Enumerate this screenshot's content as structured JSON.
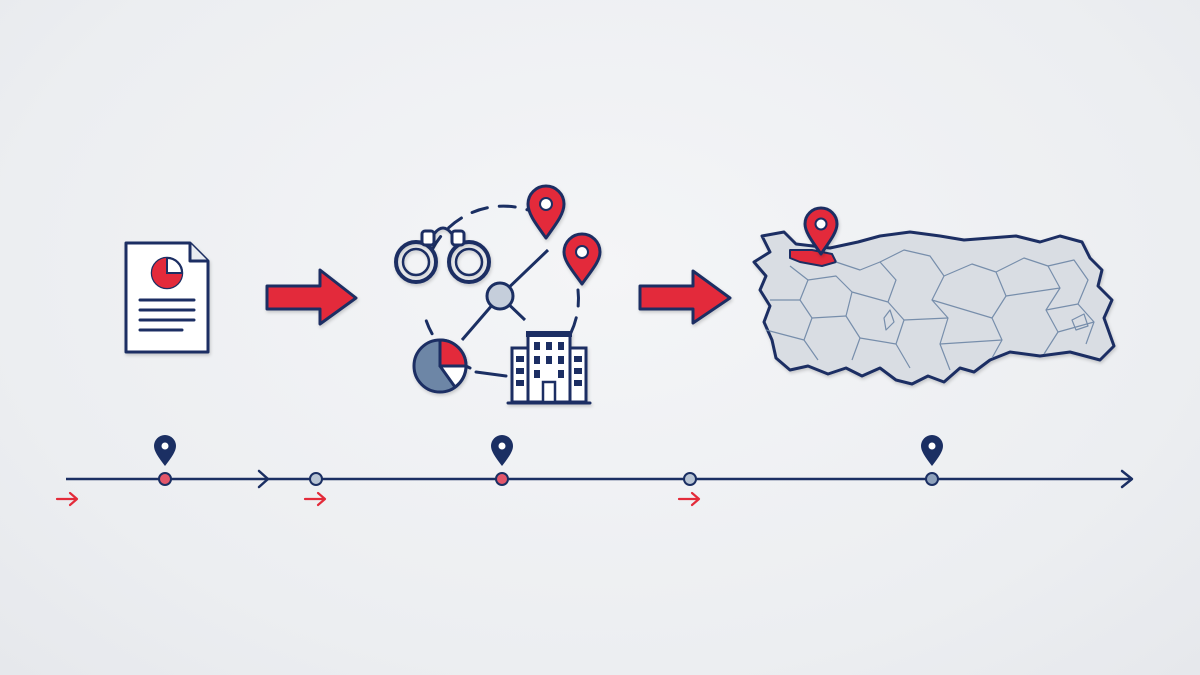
{
  "colors": {
    "navy": "#1b2f63",
    "red": "#e32b3a",
    "slate": "#6d86a6",
    "map_fill": "#d9dde3",
    "paper": "#ffffff"
  },
  "icons": [
    "document-report-icon",
    "handcuffs-icon",
    "network-node-icon",
    "location-pin-icon",
    "pie-chart-icon",
    "building-icon",
    "turkey-map-icon",
    "arrow-right-icon"
  ],
  "timeline": {
    "pins": [
      {
        "kind": "location-pin"
      },
      {
        "kind": "location-pin"
      },
      {
        "kind": "location-pin"
      }
    ],
    "dots": [
      {
        "color": "red"
      },
      {
        "color": "slate"
      },
      {
        "color": "red"
      },
      {
        "color": "slate"
      },
      {
        "color": "slate"
      }
    ],
    "small_arrows": 3
  }
}
